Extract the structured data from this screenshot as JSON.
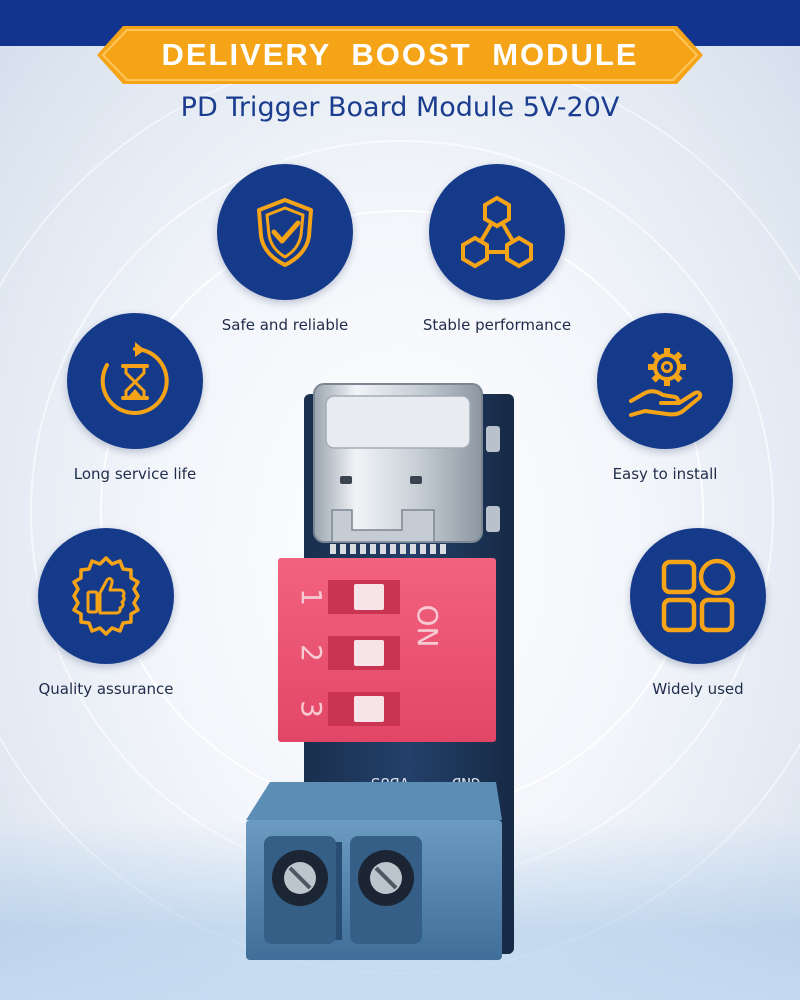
{
  "banner": {
    "title": "DELIVERY BOOST MODULE"
  },
  "subtitle": "PD Trigger Board Module 5V-20V",
  "features": [
    {
      "label": "Safe and reliable",
      "icon": "shield-check-icon"
    },
    {
      "label": "Stable performance",
      "icon": "network-nodes-icon"
    },
    {
      "label": "Long service life",
      "icon": "hourglass-timer-icon"
    },
    {
      "label": "Easy to install",
      "icon": "gear-hand-icon"
    },
    {
      "label": "Quality assurance",
      "icon": "thumbs-up-badge-icon"
    },
    {
      "label": "Widely used",
      "icon": "grid-shapes-icon"
    }
  ],
  "product": {
    "dip_switch": {
      "label": "ON",
      "numbers": [
        "1",
        "2",
        "3"
      ]
    },
    "silkscreen": {
      "left": "VBUS",
      "right": "GND"
    }
  },
  "colors": {
    "navy": "#163a8a",
    "accent_orange": "#f5a418",
    "switch_red": "#ee4f6e",
    "terminal_blue": "#4a7ea6",
    "pcb_blue": "#1c3557"
  }
}
